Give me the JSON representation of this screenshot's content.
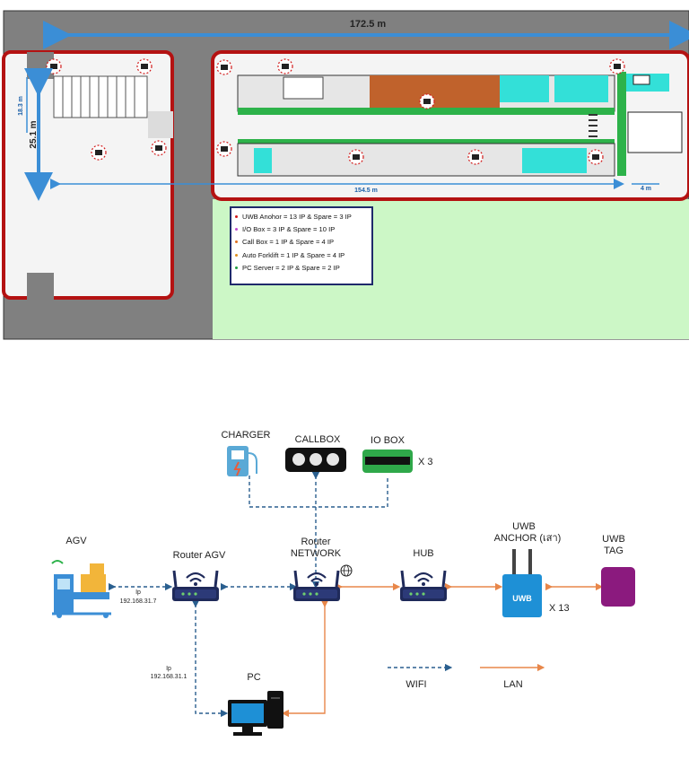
{
  "floorplan": {
    "dim_total_width": "172.5 m",
    "dim_height_main": "25.1 m",
    "dim_height_inner": "18.3 m",
    "dim_inner_width": "154.5 m",
    "dim_small_width": "4 m",
    "legend": [
      {
        "label": "UWB Anohor = 13 IP & Spare = 3 IP",
        "color": "#d11a1a"
      },
      {
        "label": "I/O Box        = 3 IP  & Spare = 10 IP",
        "color": "#c04ad0"
      },
      {
        "label": "Call Box        = 1 IP  & Spare = 4 IP",
        "color": "#e07020"
      },
      {
        "label": "Auto Forklift  = 1 IP  & Spare = 4 IP",
        "color": "#e09020"
      },
      {
        "label": "PC Server     = 2 IP  & Spare = 2 IP",
        "color": "#20a040"
      }
    ]
  },
  "network": {
    "charger": "CHARGER",
    "callbox": "CALLBOX",
    "iobox": "IO BOX",
    "iobox_count": "X 3",
    "agv": "AGV",
    "router_agv": "Router AGV",
    "router_network_l1": "Router",
    "router_network_l2": "NETWORK",
    "hub": "HUB",
    "uwb_anchor_l1": "UWB",
    "uwb_anchor_l2": "ANCHOR (เสา)",
    "uwb_anchor_count": "X 13",
    "uwb_device_label": "UWB",
    "uwb_tag_l1": "UWB",
    "uwb_tag_l2": "TAG",
    "pc": "PC",
    "ip_agv_label": "Ip",
    "ip_agv": "192.168.31.7",
    "ip_pc_label": "Ip",
    "ip_pc": "192.168.31.1",
    "legend_wifi": "WIFI",
    "legend_lan": "LAN",
    "colors": {
      "wifi": "#2a5f8f",
      "lan": "#e8874a",
      "tag": "#8b1a7e",
      "anchor": "#1e90d6"
    }
  }
}
